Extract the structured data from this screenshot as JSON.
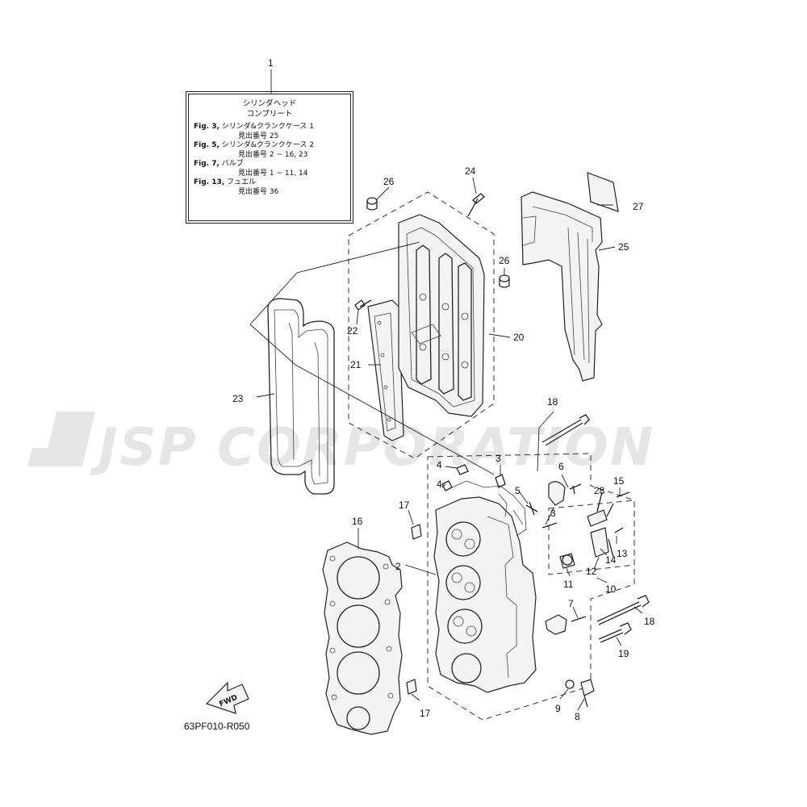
{
  "watermark": "JSP CORPORATION",
  "note_box": {
    "title_line1": "シリンダヘッド",
    "title_line2": "コンプリート",
    "refs": [
      {
        "fig": "Fig. 3,",
        "name": "シリンダ&クランクケース 1",
        "sub": "見出番号 25"
      },
      {
        "fig": "Fig. 5,",
        "name": "シリンダ&クランクケース 2",
        "sub": "見出番号 2 ~ 16,  23"
      },
      {
        "fig": "Fig. 7,",
        "name": "バルブ",
        "sub": "見出番号 1 ~ 11, 14"
      },
      {
        "fig": "Fig. 13,",
        "name": "フュエル",
        "sub": "見出番号 36"
      }
    ]
  },
  "fwd_label": "FWD",
  "diagram_code": "63PF010-R050",
  "callouts": {
    "c1": "1",
    "c2": "2",
    "c3a": "3",
    "c3b": "3",
    "c4a": "4",
    "c4b": "4",
    "c5": "5",
    "c6": "6",
    "c7": "7",
    "c8": "8",
    "c9": "9",
    "c10": "10",
    "c11": "11",
    "c12": "12",
    "c13": "13",
    "c14": "14",
    "c15": "15",
    "c16": "16",
    "c17a": "17",
    "c17b": "17",
    "c18a": "18",
    "c18b": "18",
    "c19": "19",
    "c20": "20",
    "c21": "21",
    "c22": "22",
    "c23": "23",
    "c24": "24",
    "c25": "25",
    "c26a": "26",
    "c26b": "26",
    "c27": "27",
    "c28": "28"
  }
}
